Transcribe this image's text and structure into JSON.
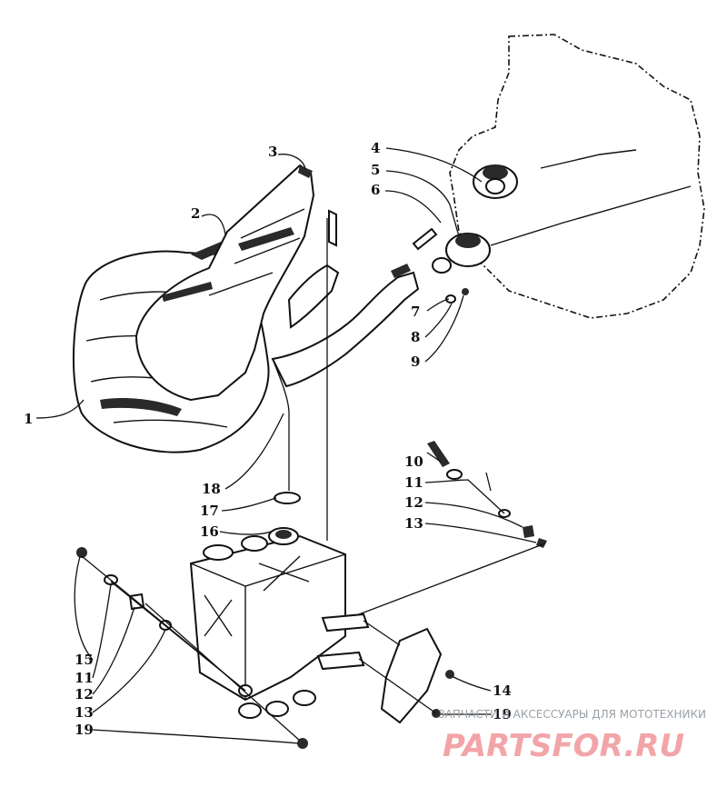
{
  "colors": {
    "ink": "#111111",
    "watermark_text": "#9aa0a6",
    "watermark_logo": "#f2a5a8"
  },
  "callouts": {
    "c1": "1",
    "c2": "2",
    "c3": "3",
    "c4": "4",
    "c5": "5",
    "c6": "6",
    "c7": "7",
    "c8": "8",
    "c9": "9",
    "c10": "10",
    "c11": "11",
    "c12": "12",
    "c13": "13",
    "c14": "14",
    "c15": "15",
    "c16": "16",
    "c17": "17",
    "c18": "18",
    "c19": "19",
    "c19b": "19",
    "l15": "15",
    "l11": "11",
    "l12": "12",
    "l13": "13",
    "l19": "19"
  },
  "watermark": {
    "caption": "ЗАПЧАСТИ И АКСЕССУАРЫ ДЛЯ МОТОТЕХНИКИ",
    "logo": "PARTSFOR.RU"
  }
}
